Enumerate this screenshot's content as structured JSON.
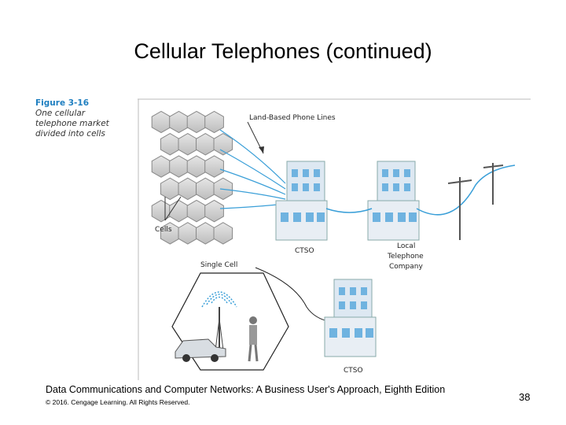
{
  "slide": {
    "title": "Cellular Telephones (continued)"
  },
  "figure": {
    "number": "Figure 3-16",
    "caption_lines": [
      "One cellular",
      "telephone market",
      "divided into cells"
    ],
    "labels": {
      "land_lines": "Land-Based Phone Lines",
      "cells": "Cells",
      "ctso_top": "CTSO",
      "local_phone_1": "Local",
      "local_phone_2": "Telephone",
      "local_phone_3": "Company",
      "single_cell": "Single Cell",
      "ctso_bottom": "CTSO"
    }
  },
  "footer": {
    "text": "Data Communications and Computer Networks: A Business User's Approach, Eighth Edition",
    "copyright": "© 2016. Cengage Learning. All Rights Reserved.",
    "page_number": "38"
  },
  "colors": {
    "accent_blue": "#1f7fc0",
    "line_blue": "#3a9fd8",
    "hex_grey": "#c8c8c8"
  }
}
